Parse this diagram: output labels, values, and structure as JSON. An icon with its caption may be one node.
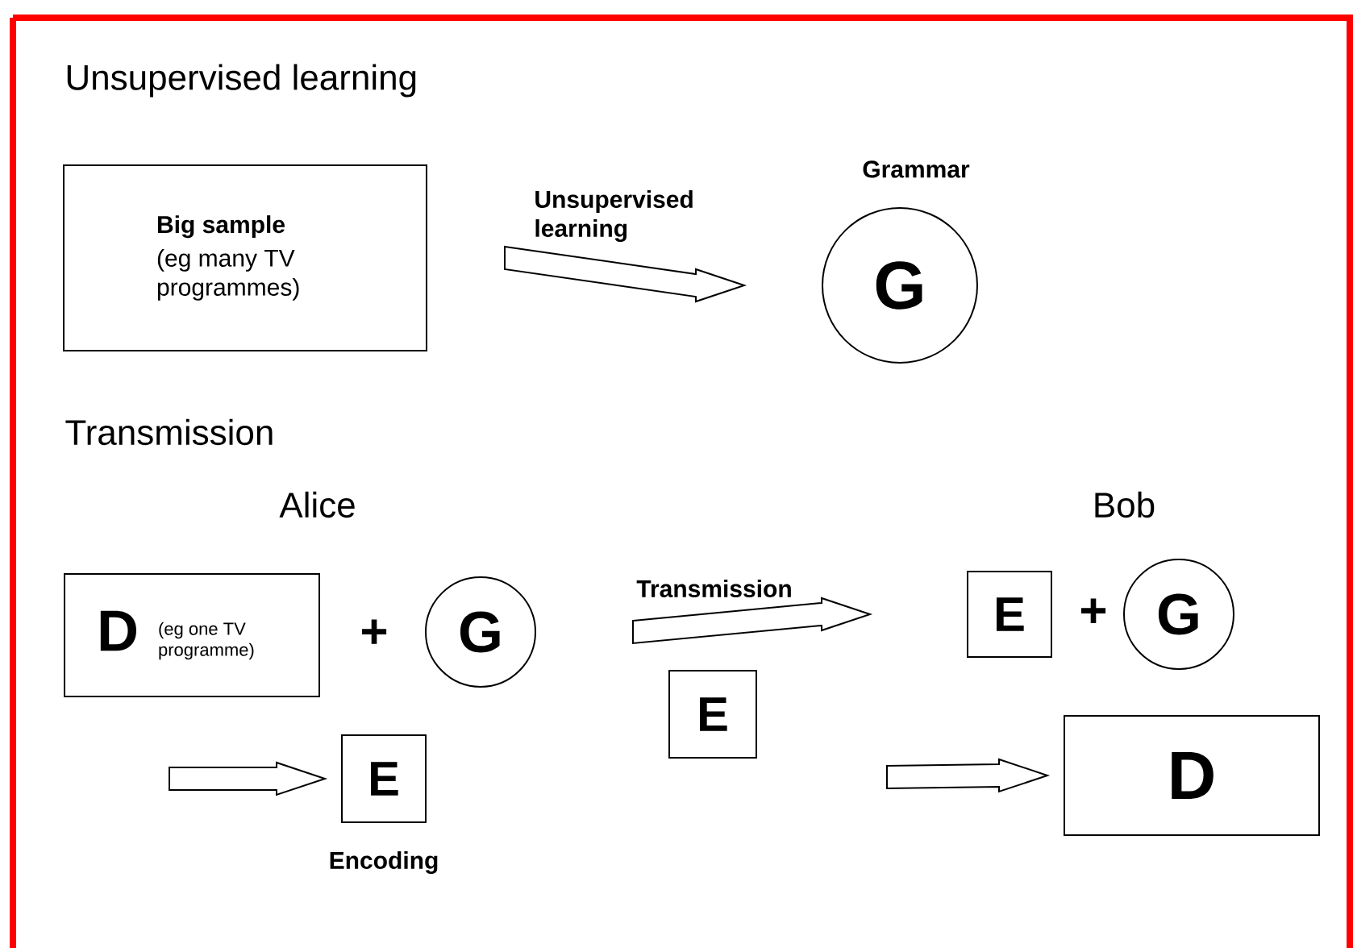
{
  "diagram": {
    "nodes": [
      {
        "text": [
          "Big sample",
          "(eg many TV programmes)"
        ]
      },
      {
        "text": [
          "G"
        ],
        "beside": [
          "Grammar"
        ]
      },
      {
        "text": [
          "D",
          "(eg one TV programme)"
        ]
      },
      {
        "text": [
          "G"
        ]
      },
      {
        "text": [
          "E"
        ],
        "beside": [
          "Encoding"
        ]
      },
      {
        "text": [
          "E"
        ]
      },
      {
        "text": [
          "E"
        ]
      },
      {
        "text": [
          "G"
        ]
      },
      {
        "text": [
          "D"
        ]
      }
    ],
    "edges": [
      {
        "from": 0,
        "to": 1,
        "arrow": "to",
        "label": "Unsupervised learning"
      },
      {
        "from": null,
        "to": 4,
        "arrow": "to"
      },
      {
        "from": 3,
        "to": 6,
        "arrow": "to",
        "label": "Transmission"
      },
      {
        "from": null,
        "to": 8,
        "arrow": "to"
      }
    ],
    "labels": [
      "Unsupervised learning",
      "Transmission",
      "Alice",
      "Bob",
      "+",
      "+"
    ]
  }
}
